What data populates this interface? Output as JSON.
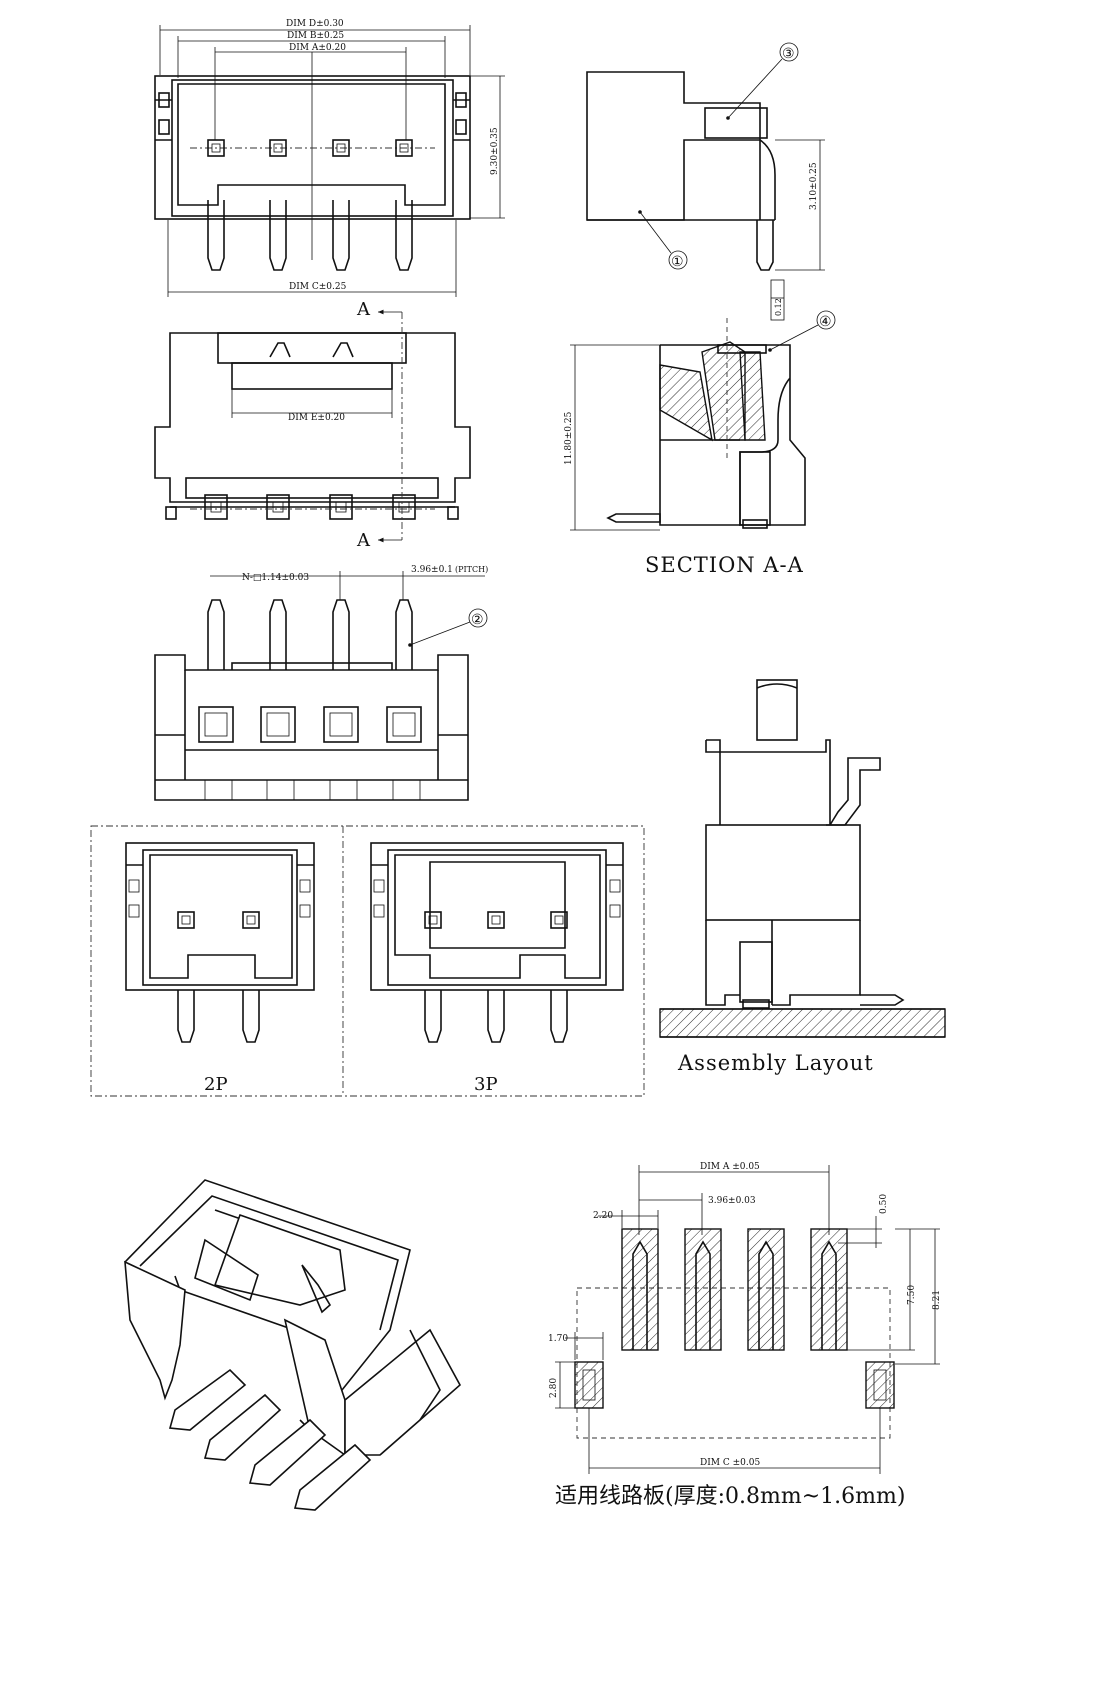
{
  "drawing": {
    "front_view": {
      "dim_d": "DIM D±0.30",
      "dim_b": "DIM B±0.25",
      "dim_a": "DIM A±0.20",
      "dim_c": "DIM C±0.25",
      "height": "9.30±0.35"
    },
    "side_view": {
      "height": "3.10±0.25",
      "flatness": "0.12",
      "callout_1": "①",
      "callout_3": "③"
    },
    "top_view": {
      "dim_e": "DIM E±0.20",
      "section_mark": "A"
    },
    "section": {
      "title": "SECTION A-A",
      "height": "11.80±0.25",
      "callout_4": "④"
    },
    "bottom_view": {
      "pin_size": "N-□1.14±0.03",
      "pitch": "3.96±0.1",
      "pitch_note": "(PITCH)",
      "callout_2": "②"
    },
    "variants": [
      {
        "label": "2P"
      },
      {
        "label": "3P"
      }
    ],
    "assembly": {
      "title": "Assembly Layout"
    },
    "pcb_layout": {
      "dim_a": "DIM A ±0.05",
      "pitch": "3.96±0.03",
      "pad_width": "2.20",
      "offset": "0.50",
      "pad_len": "7.50",
      "total_len": "8.21",
      "tab_width": "1.70",
      "tab_len": "2.80",
      "dim_c": "DIM C ±0.05",
      "note": "适用线路板(厚度:0.8mm~1.6mm)"
    }
  }
}
